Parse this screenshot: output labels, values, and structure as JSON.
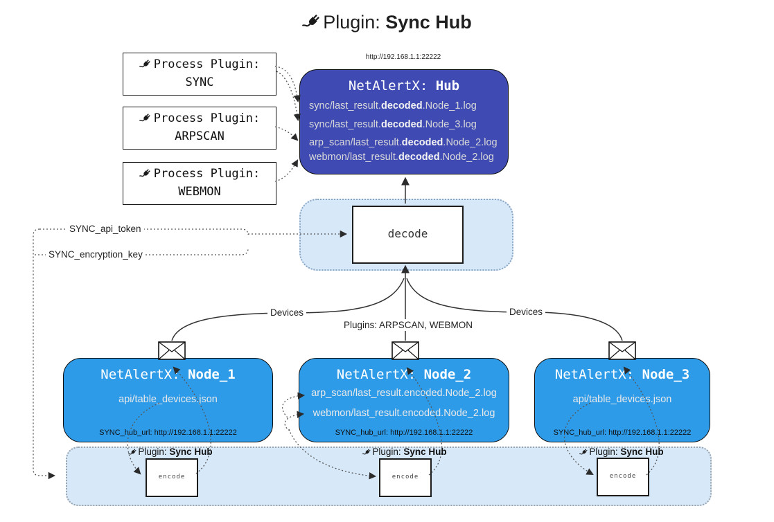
{
  "title": {
    "prefix": "Plugin: ",
    "bold": "Sync Hub"
  },
  "hub": {
    "url": "http://192.168.1.1:22222",
    "name_prefix": "NetAlertX: ",
    "name_bold": "Hub",
    "lines": [
      {
        "pre": "sync/last_result.",
        "bold": "decoded",
        "post": ".Node_1.log"
      },
      {
        "pre": "sync/last_result.",
        "bold": "decoded",
        "post": ".Node_3.log"
      },
      {
        "pre": "arp_scan/last_result.",
        "bold": "decoded",
        "post": ".Node_2.log"
      },
      {
        "pre": "webmon/last_result.",
        "bold": "decoded",
        "post": ".Node_2.log"
      }
    ]
  },
  "process_plugins": [
    {
      "label": "Process Plugin:",
      "name": "SYNC"
    },
    {
      "label": "Process Plugin:",
      "name": "ARPSCAN"
    },
    {
      "label": "Process Plugin:",
      "name": "WEBMON"
    }
  ],
  "decode_box": {
    "label": "decode"
  },
  "keys": {
    "api_token": "SYNC_api_token",
    "encryption_key": "SYNC_encryption_key"
  },
  "edge_labels": {
    "devices_left": "Devices",
    "plugins_mid": "Plugins: ARPSCAN, WEBMON",
    "devices_right": "Devices"
  },
  "nodes": [
    {
      "name_prefix": "NetAlertX: ",
      "name_bold": "Node_1",
      "files": [
        "api/table_devices.json"
      ],
      "hub_url": "SYNC_hub_url: http://192.168.1.1:22222"
    },
    {
      "name_prefix": "NetAlertX: ",
      "name_bold": "Node_2",
      "files": [
        "arp_scan/last_result.encoded.Node_2.log",
        "webmon/last_result.encoded.Node_2.log"
      ],
      "hub_url": "SYNC_hub_url: http://192.168.1.1:22222"
    },
    {
      "name_prefix": "NetAlertX: ",
      "name_bold": "Node_3",
      "files": [
        "api/table_devices.json"
      ],
      "hub_url": "SYNC_hub_url: http://192.168.1.1:22222"
    }
  ],
  "sync_band": {
    "plugin_prefix": "Plugin: ",
    "plugin_bold": "Sync Hub",
    "encode_label": "encode"
  },
  "colors": {
    "hub_fill": "#3F4BB3",
    "node_fill": "#2E9BE8",
    "panel_fill": "#D7E8F9",
    "hub_text": "#D9D9D9",
    "node_text": "#E9E9E9",
    "line": "#333333"
  }
}
